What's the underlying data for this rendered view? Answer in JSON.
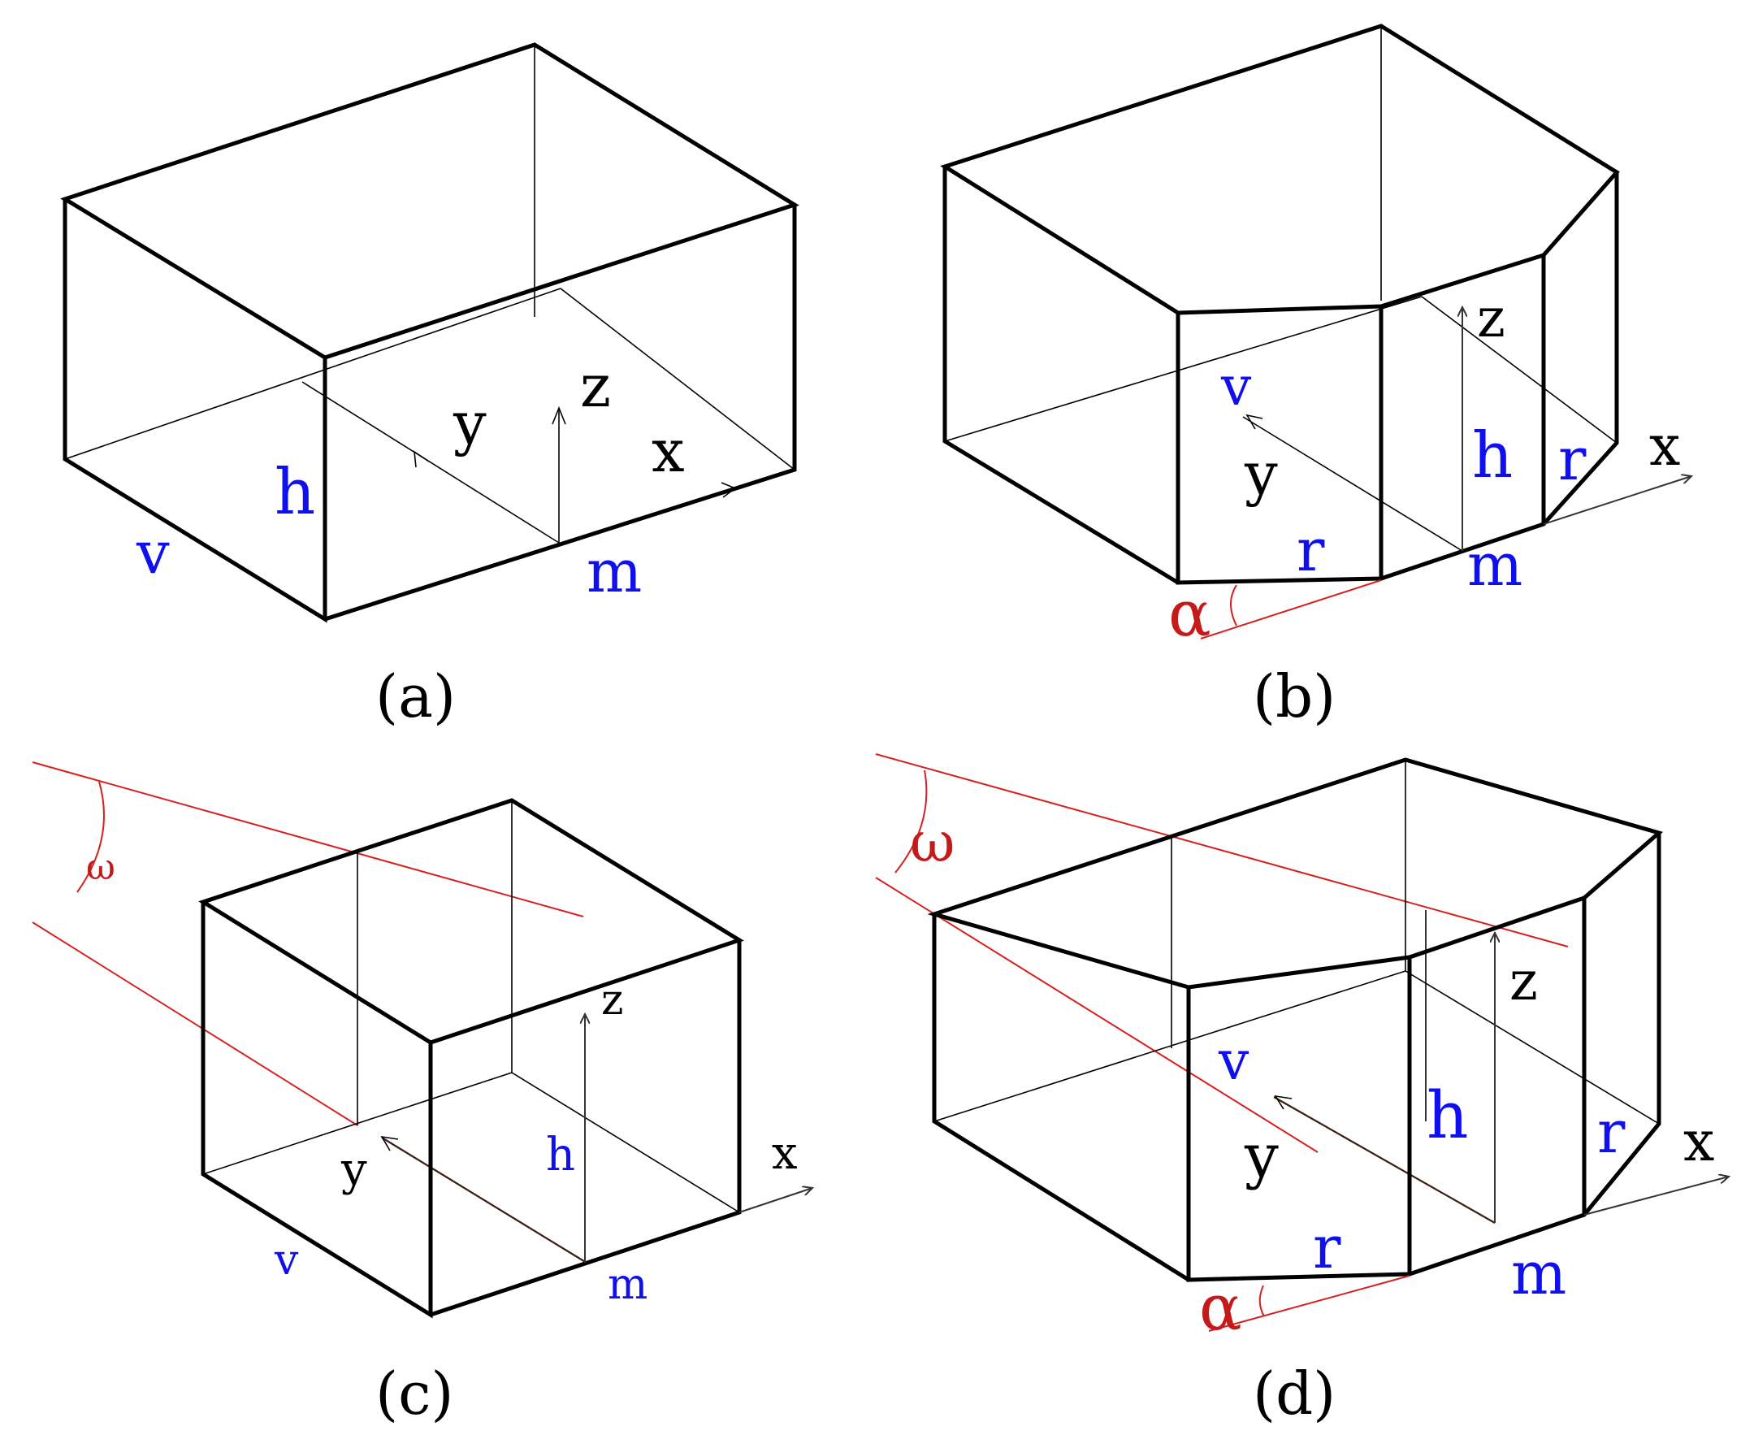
{
  "panels": {
    "a": {
      "caption": "(a)",
      "labels": {
        "h": "h",
        "v": "v",
        "m": "m",
        "x": "x",
        "y": "y",
        "z": "z"
      },
      "colors": {
        "dimension": "#1010ee",
        "axis": "#000000"
      }
    },
    "b": {
      "caption": "(b)",
      "labels": {
        "v": "v",
        "h": "h",
        "m": "m",
        "r_left": "r",
        "r_right": "r",
        "x": "x",
        "y": "y",
        "z": "z",
        "alpha": "α"
      },
      "colors": {
        "dimension": "#1010ee",
        "angle": "#c41a1a"
      }
    },
    "c": {
      "caption": "(c)",
      "labels": {
        "v": "v",
        "h": "h",
        "m": "m",
        "x": "x",
        "y": "y",
        "z": "z",
        "omega": "ω"
      },
      "colors": {
        "dimension": "#1010ee",
        "angle": "#c41a1a"
      }
    },
    "d": {
      "caption": "(d)",
      "labels": {
        "v": "v",
        "h": "h",
        "m": "m",
        "r_left": "r",
        "r_right": "r",
        "x": "x",
        "y": "y",
        "z": "z",
        "alpha": "α",
        "omega": "ω"
      },
      "colors": {
        "dimension": "#1010ee",
        "angle": "#c41a1a"
      }
    }
  }
}
